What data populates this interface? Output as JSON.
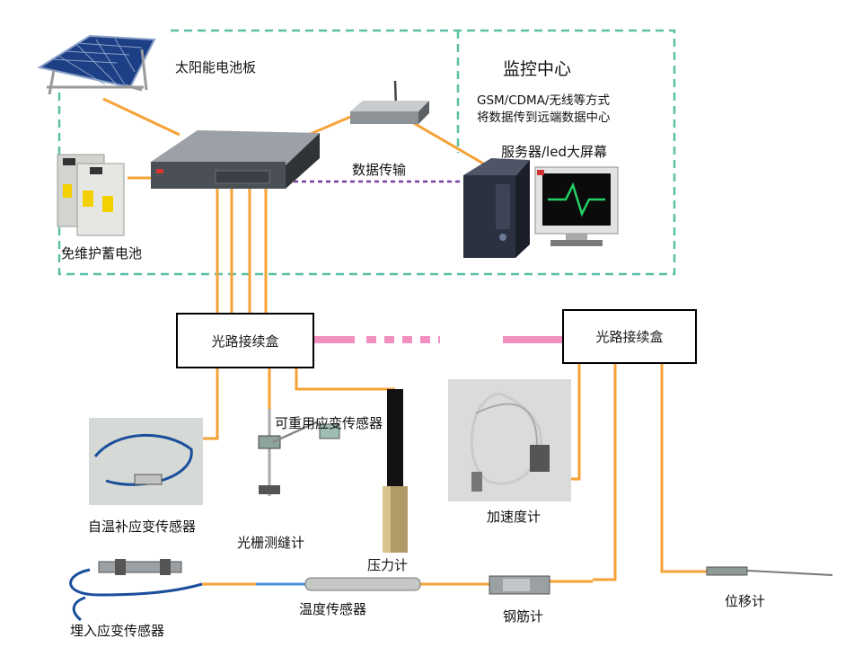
{
  "labels": {
    "solar_panel": "太阳能电池板",
    "monitor_center": "监控中心",
    "transmission_line1": "GSM/CDMA/无线等方式",
    "transmission_line2": "将数据传到远端数据中心",
    "server_led": "服务器/led大屏幕",
    "data_transmission": "数据传输",
    "battery": "免维护蓄电池",
    "junction_box_left": "光路接续盒",
    "junction_box_right": "光路接续盒",
    "reusable_strain_sensor": "可重用应变传感器",
    "self_temp_comp_strain_sensor": "自温补应变传感器",
    "grating_crack_meter": "光栅测缝计",
    "pressure_gauge": "压力计",
    "accelerometer": "加速度计",
    "embedded_strain_sensor": "埋入应变传感器",
    "temperature_sensor": "温度传感器",
    "rebar_meter": "钢筋计",
    "displacement_meter": "位移计"
  },
  "colors": {
    "fiber": "#f5a236",
    "wireless_link": "#7a3fa0",
    "pink_link": "#f08fc0",
    "boundary": "#5bbfa6",
    "junction_border": "#000000"
  }
}
